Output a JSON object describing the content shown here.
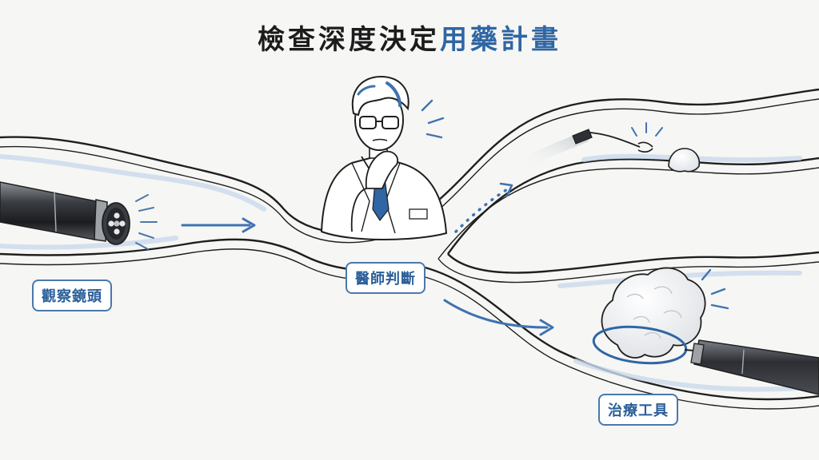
{
  "title": {
    "main": "檢查深度決定",
    "accent": "用藥計畫"
  },
  "labels": {
    "scope": "觀察鏡頭",
    "doctor": "醫師判斷",
    "tool": "治療工具"
  },
  "icons": [
    "endoscope-icon",
    "doctor-icon",
    "polyp-icon",
    "snare-tool-icon",
    "arrow-icon"
  ],
  "colors": {
    "accent": "#2f66a3",
    "arrow": "#3f73b0",
    "outline": "#1f1f1f",
    "tissue": "#c9d9ec"
  }
}
